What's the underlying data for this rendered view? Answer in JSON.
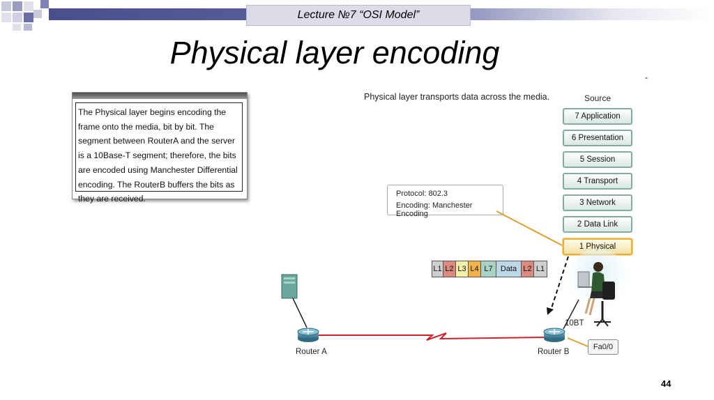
{
  "header": {
    "lecture_title": "Lecture  №7 “OSI Model”"
  },
  "slide_title": "Physical layer  encoding",
  "dash_mark": "-",
  "callout_text": "The Physical layer begins encoding the frame onto the media, bit by bit. The segment between RouterA and the server is a 10Base-T segment; therefore, the bits are encoded using Manchester Differential encoding. The RouterB buffers the bits as they are received.",
  "diagram": {
    "caption": "Physical layer transports data across the media.",
    "source_label": "Source",
    "layers": [
      {
        "label": "7 Application"
      },
      {
        "label": "6 Presentation"
      },
      {
        "label": "5 Session"
      },
      {
        "label": "4 Transport"
      },
      {
        "label": "3 Network"
      },
      {
        "label": "2 Data Link"
      },
      {
        "label": "1 Physical"
      }
    ],
    "protocol_line": "Protocol:  802.3",
    "encoding_line": "Encoding:  Manchester Encoding",
    "frame_segments": [
      {
        "label": "L1",
        "color": "#cfcfcf"
      },
      {
        "label": "L2",
        "color": "#d98a7c"
      },
      {
        "label": "L3",
        "color": "#f4f0a8"
      },
      {
        "label": "L4",
        "color": "#f2b34a"
      },
      {
        "label": "L7",
        "color": "#a8d2c2"
      },
      {
        "label": "Data",
        "color": "#bcd7e6"
      },
      {
        "label": "L2",
        "color": "#d98a7c"
      },
      {
        "label": "L1",
        "color": "#cfcfcf"
      }
    ],
    "router_a_label": "Router A",
    "router_b_label": "Router B",
    "link_label": "10BT",
    "interface_label": "Fa0/0"
  },
  "page_number": "44",
  "colors": {
    "header_band": "#4a4e8c",
    "link_red": "#d0202a",
    "layer_border": "#7fae9c",
    "active_layer": "#e8b040"
  }
}
